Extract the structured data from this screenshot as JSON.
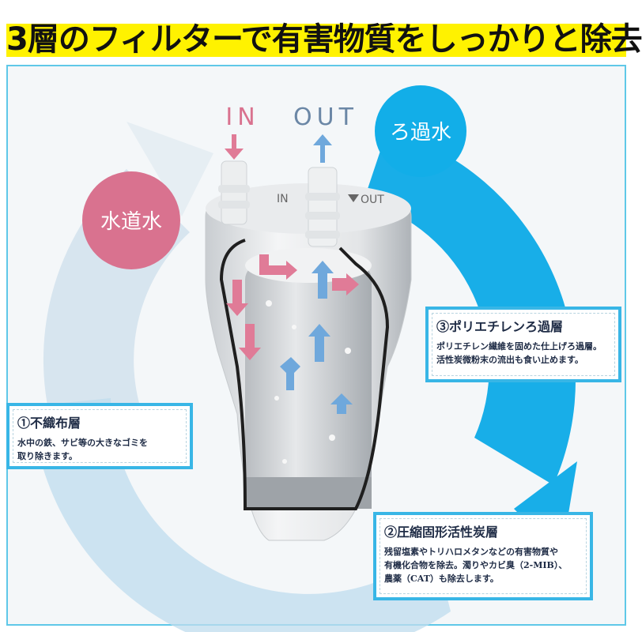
{
  "title": "3層のフィルターで有害物質をしっかりと除去",
  "badges": {
    "tap_water": "水道水",
    "filtered_water": "ろ過水"
  },
  "io_labels": {
    "in": "IN",
    "out": "OUT",
    "cap_in": "IN",
    "cap_out": "OUT"
  },
  "layers": [
    {
      "heading": "①不織布層",
      "description_lines": [
        "水中の鉄、サビ等の大きなゴミを",
        "取り除きます。"
      ]
    },
    {
      "heading": "②圧縮固形活性炭層",
      "description_lines": [
        "残留塩素やトリハロメタンなどの有害物質や",
        "有機化合物を除去。濁りやカビ臭（2-MIB）、",
        "農薬（CAT）も除去します。"
      ]
    },
    {
      "heading": "③ポリエチレンろ過層",
      "description_lines": [
        "ポリエチレン繊維を固めた仕上げろ過層。",
        "活性炭微粉末の流出も食い止めます。"
      ]
    }
  ],
  "colors": {
    "title_highlight": "#fff200",
    "tap_water_badge": "#d9728f",
    "filtered_badge": "#12aee8",
    "in_arrow": "#e07b97",
    "out_arrow": "#6fa8dc",
    "box_border": "#38b6e6"
  }
}
